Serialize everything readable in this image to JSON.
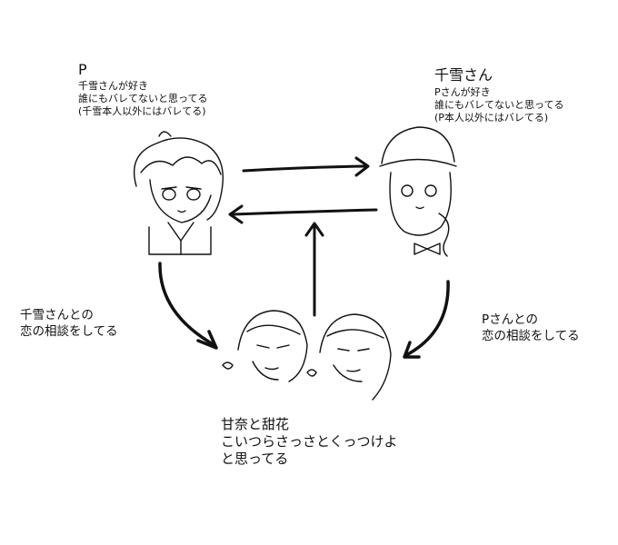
{
  "p": {
    "name": "P",
    "line1": "千雪さんが好き",
    "line2": "誰にもバレてないと思ってる",
    "line3": "(千雪本人以外にはバレてる)"
  },
  "chiyuki": {
    "name": "千雪さん",
    "line1": "Pさんが好き",
    "line2": "誰にもバレてないと思ってる",
    "line3": "(P本人以外にはバレてる)"
  },
  "left_edge": {
    "line1": "千雪さんとの",
    "line2": "恋の相談をしてる"
  },
  "right_edge": {
    "line1": "Pさんとの",
    "line2": "恋の相談をしてる"
  },
  "bottom": {
    "name": "甘奈と甜花",
    "line1": "こいつらさっさとくっつけよ",
    "line2": "と思ってる"
  }
}
